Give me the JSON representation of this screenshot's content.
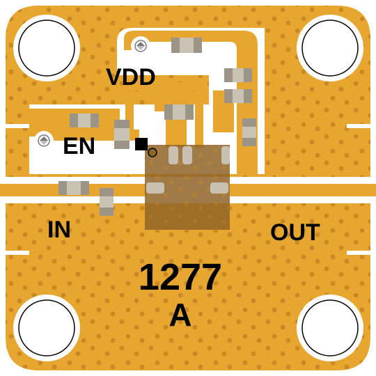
{
  "board": {
    "part_number": "1277",
    "revision": "A"
  },
  "labels": {
    "vdd": "VDD",
    "en": "EN",
    "in": "IN",
    "out": "OUT"
  },
  "icons": {
    "mounting_holes": [
      "mounting-hole-icon",
      "mounting-hole-icon",
      "mounting-hole-icon",
      "mounting-hole-icon"
    ],
    "test_points": [
      "test-point-icon",
      "test-point-icon"
    ]
  },
  "colors": {
    "substrate": "#ffffff",
    "gold": "#e7a62f",
    "via": "#c98823",
    "component_body": "#c9c3b6",
    "component_pad": "#9c9486",
    "ic_package": "#8f6427",
    "ic_pad": "#c8c0b0",
    "silkscreen": "#000000"
  }
}
